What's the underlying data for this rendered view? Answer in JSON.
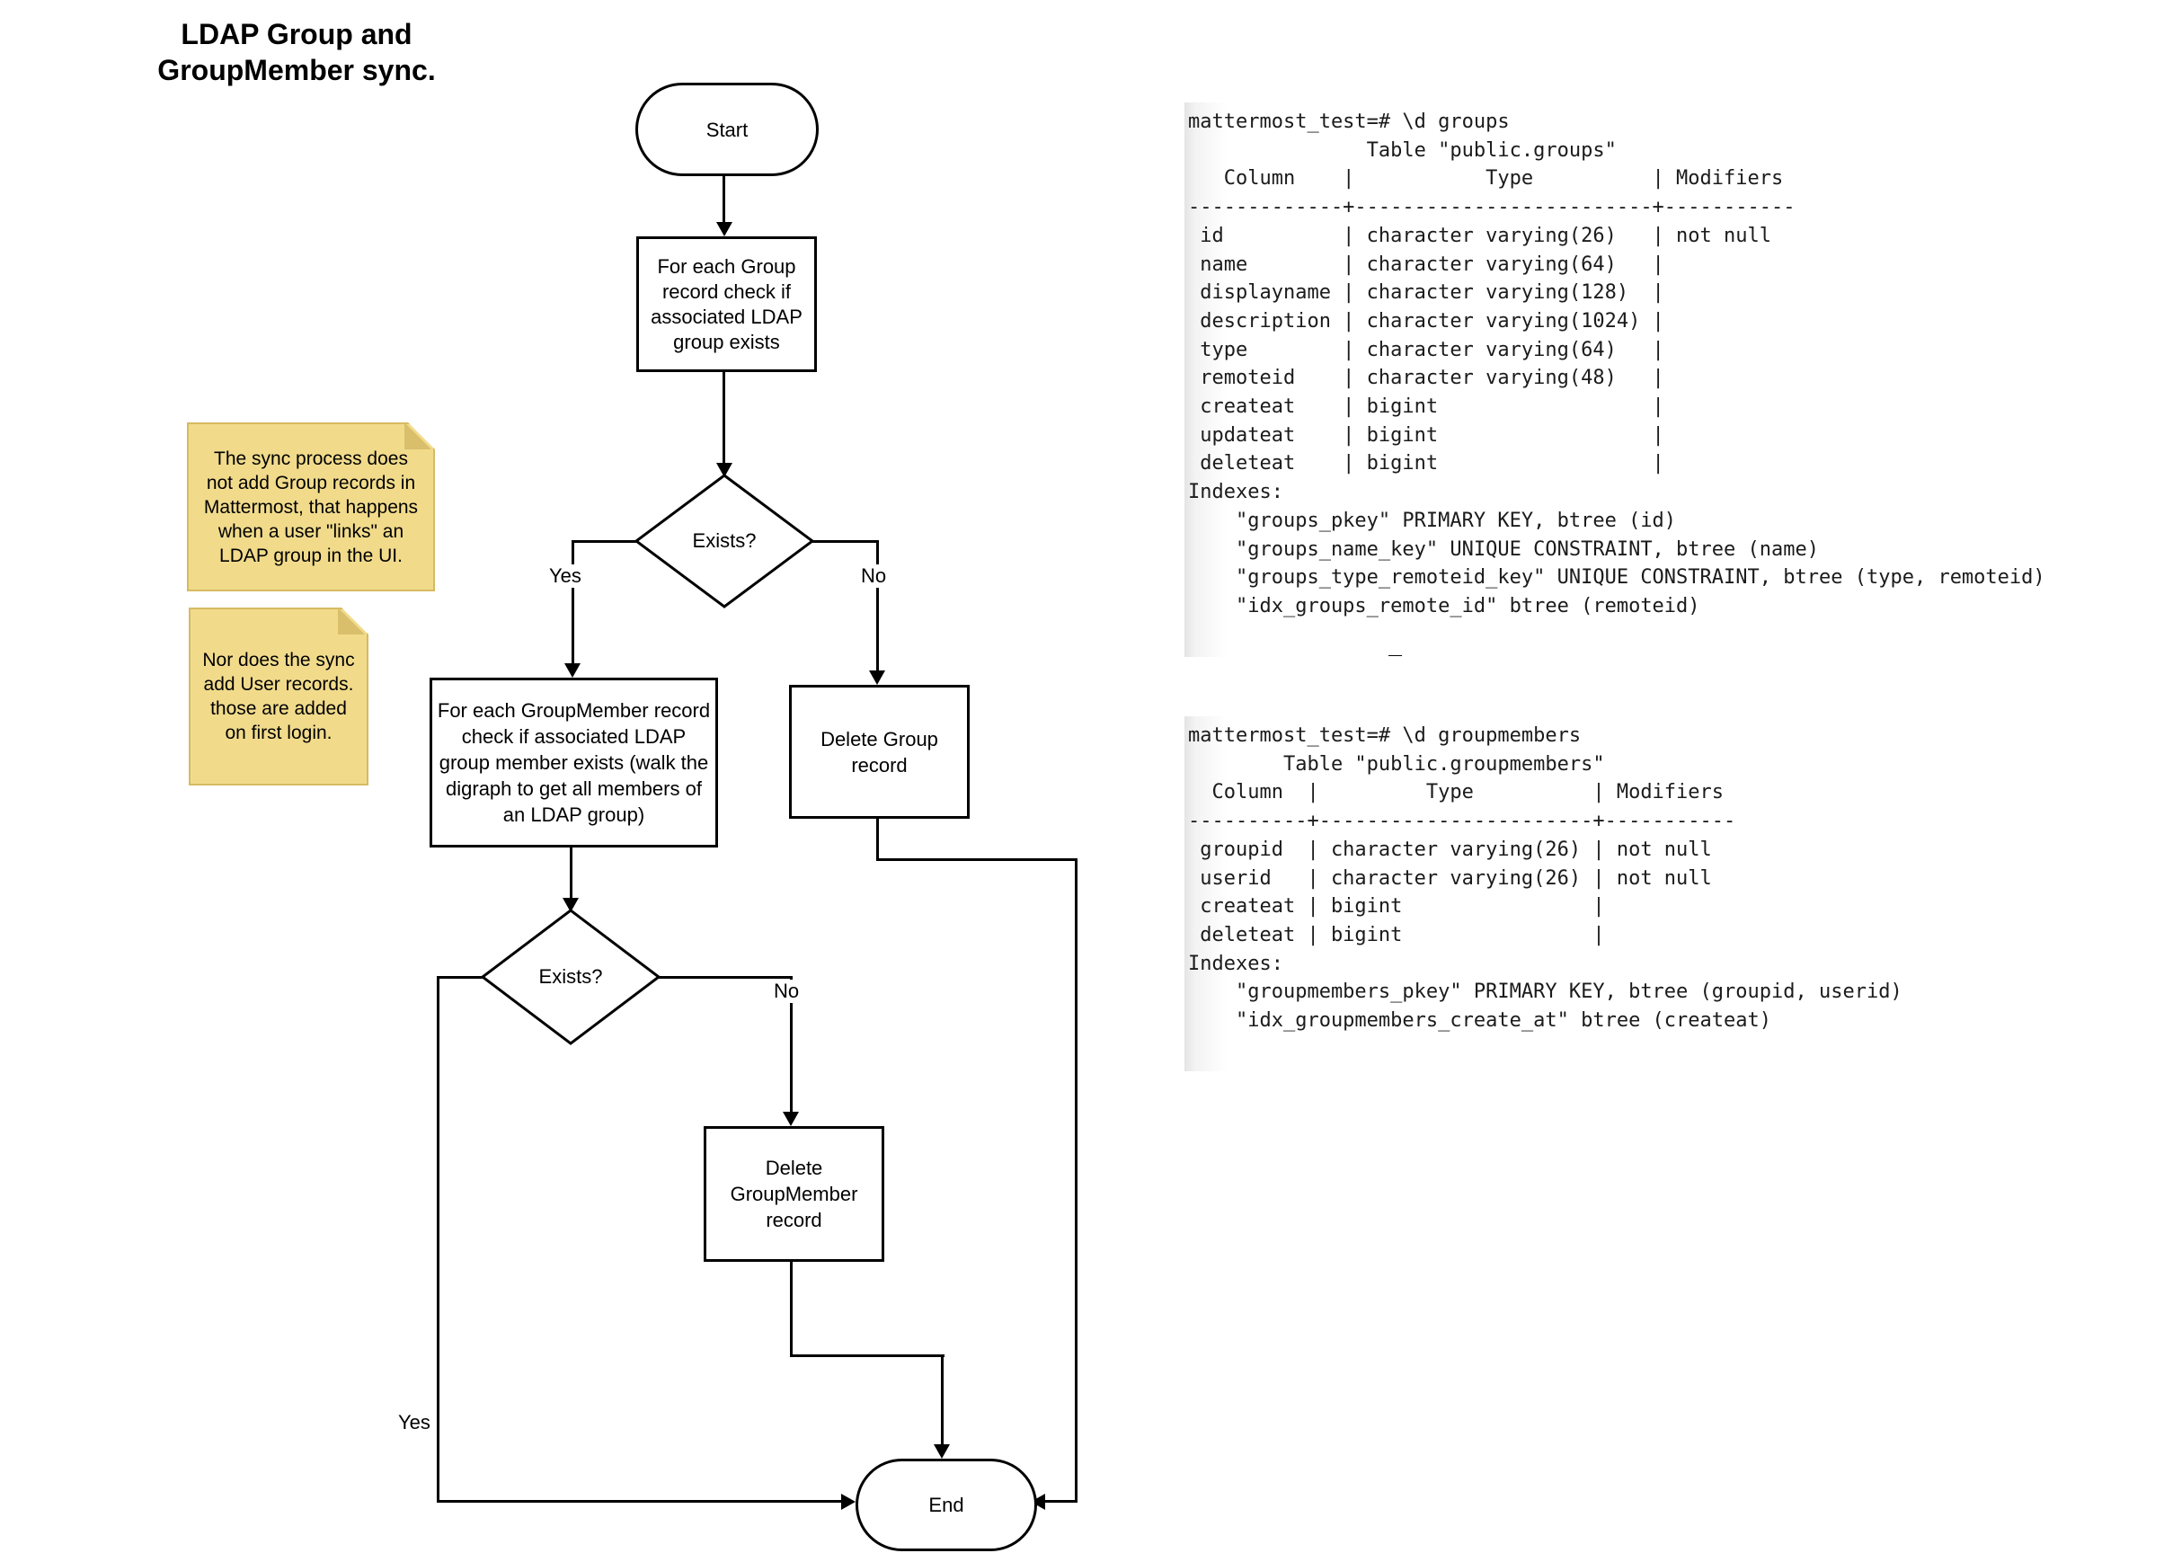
{
  "title": {
    "lines": [
      "LDAP Group and",
      "GroupMember sync."
    ]
  },
  "flowchart": {
    "nodes": {
      "start": {
        "lines": [
          "Start"
        ]
      },
      "check_group": {
        "lines": [
          "For each Group",
          "record check if",
          "associated LDAP",
          "group exists"
        ]
      },
      "exists_group": {
        "label": "Exists?"
      },
      "check_groupmember": {
        "lines": [
          "For each GroupMember record",
          "check if associated LDAP",
          "group member exists (walk the",
          "digraph to get all members of",
          "an LDAP group)"
        ]
      },
      "delete_group": {
        "lines": [
          "Delete Group",
          "record"
        ]
      },
      "exists_groupmember": {
        "label": "Exists?"
      },
      "delete_groupmember": {
        "lines": [
          "Delete",
          "GroupMember",
          "record"
        ]
      },
      "end": {
        "lines": [
          "End"
        ]
      }
    },
    "edge_labels": {
      "exists_group_yes": "Yes",
      "exists_group_no": "No",
      "exists_groupmember_yes": "Yes",
      "exists_groupmember_no": "No"
    }
  },
  "notes": [
    {
      "lines": [
        "The sync process does",
        "not add Group records in",
        "Mattermost, that happens",
        "when a user \"links\" an",
        "LDAP group in the UI."
      ]
    },
    {
      "lines": [
        "Nor does the sync",
        "add User records.",
        "those are added",
        "on first login."
      ]
    }
  ],
  "terminals": [
    {
      "lines": [
        "mattermost_test=# \\d groups",
        "               Table \"public.groups\"",
        "   Column    |           Type          | Modifiers",
        "-------------+-------------------------+-----------",
        " id          | character varying(26)   | not null",
        " name        | character varying(64)   |",
        " displayname | character varying(128)  |",
        " description | character varying(1024) |",
        " type        | character varying(64)   |",
        " remoteid    | character varying(48)   |",
        " createat    | bigint                  |",
        " updateat    | bigint                  |",
        " deleteat    | bigint                  |",
        "Indexes:",
        "    \"groups_pkey\" PRIMARY KEY, btree (id)",
        "    \"groups_name_key\" UNIQUE CONSTRAINT, btree (name)",
        "    \"groups_type_remoteid_key\" UNIQUE CONSTRAINT, btree (type, remoteid)",
        "    \"idx_groups_remote_id\" btree (remoteid)"
      ]
    },
    {
      "lines": [
        "mattermost_test=# \\d groupmembers",
        "        Table \"public.groupmembers\"",
        "  Column  |         Type          | Modifiers",
        "----------+-----------------------+-----------",
        " groupid  | character varying(26) | not null",
        " userid   | character varying(26) | not null",
        " createat | bigint                |",
        " deleteat | bigint                |",
        "Indexes:",
        "    \"groupmembers_pkey\" PRIMARY KEY, btree (groupid, userid)",
        "    \"idx_groupmembers_create_at\" btree (createat)"
      ]
    }
  ],
  "misc": {
    "stray_mark": "_"
  },
  "colors": {
    "background": "#ffffff",
    "line": "#000000",
    "node_fill": "#ffffff",
    "node_border": "#000000",
    "note_fill": "#f1db8b",
    "note_fold": "#d9bf6c",
    "note_border": "#d6ba62",
    "terminal_text": "#1b1b1b",
    "terminal_shade": "#e4e4e4"
  }
}
